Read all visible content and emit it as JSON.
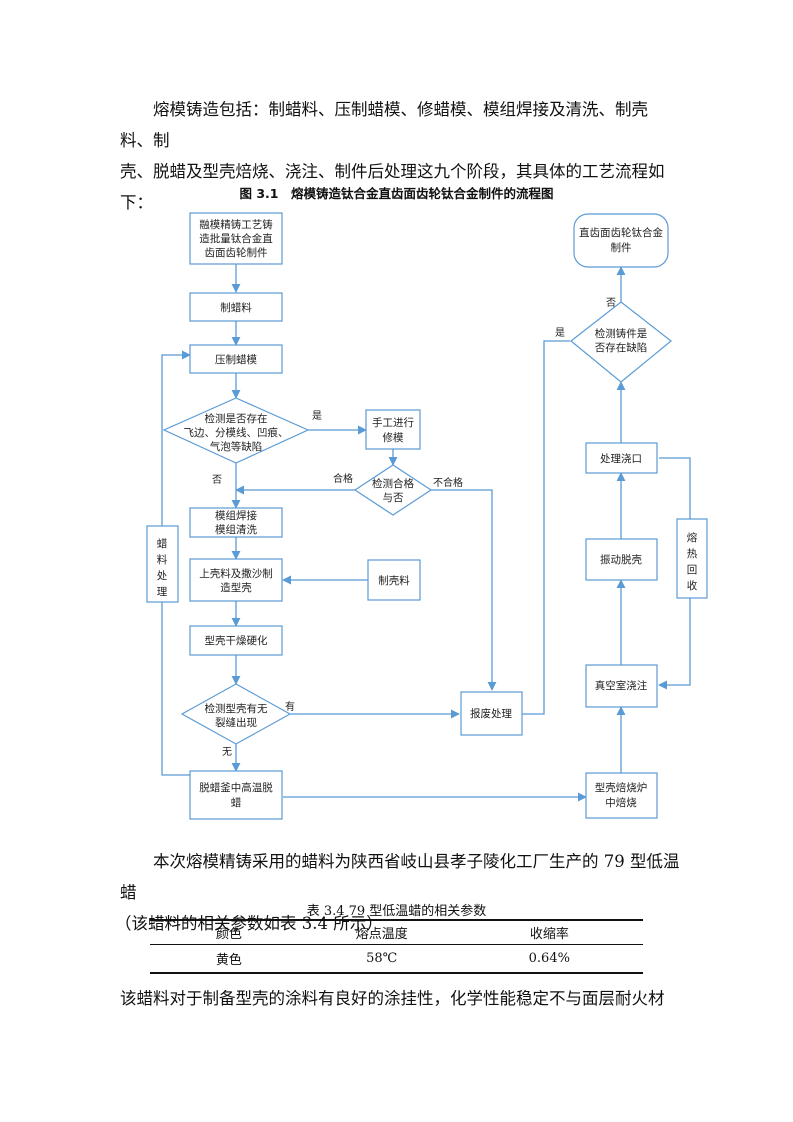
{
  "intro": {
    "line1": "熔模铸造包括：制蜡料、压制蜡模、修蜡模、模组焊接及清洗、制壳料、制",
    "line2": "壳、脱蜡及型壳焙烧、浇注、制件后处理这九个阶段，其具体的工艺流程如下："
  },
  "figure": {
    "title": "图 3.1　熔模铸造钛合金直齿面齿轮钛合金制件的流程图",
    "nodes": {
      "start_1": "融模精铸工艺铸",
      "start_2": "造批量钛合金直",
      "start_3": "齿面齿轮制件",
      "make_wax": "制蜡料",
      "press_wax": "压制蜡模",
      "check_wax_1": "检测是否存在",
      "check_wax_2": "飞边、分模线、凹痕、",
      "check_wax_3": "气泡等缺陷",
      "manual_fix_1": "手工进行",
      "manual_fix_2": "修模",
      "check_pass_1": "检测合格",
      "check_pass_2": "与否",
      "weld_1": "模组焊接",
      "weld_2": "模组清洗",
      "shell_1": "上壳料及撒沙制",
      "shell_2": "造型壳",
      "make_shell_material": "制壳料",
      "dry_harden": "型壳干燥硬化",
      "check_crack_1": "检测型壳有无",
      "check_crack_2": "裂缝出现",
      "scrap": "报废处理",
      "dewax_1": "脱蜡釜中高温脱",
      "dewax_2": "蜡",
      "wax_recovery": [
        "蜡",
        "料",
        "处",
        "理"
      ],
      "roast_1": "型壳焙烧炉",
      "roast_2": "中焙烧",
      "vacuum_pour": "真空室浇注",
      "vibrate": "振动脱壳",
      "gate": "处理浇口",
      "melt_recovery": [
        "熔",
        "热",
        "回",
        "收"
      ],
      "check_defect_1": "检测铸件是",
      "check_defect_2": "否存在缺陷",
      "final_1": "直齿面齿轮钛合金",
      "final_2": "制件"
    },
    "labels": {
      "yes": "是",
      "no": "否",
      "pass": "合格",
      "fail": "不合格",
      "has": "有",
      "none": "无"
    },
    "line_color": "#5b9bd5",
    "box_border_color": "#5b9bd5"
  },
  "body_text": {
    "line1": "本次熔模精铸采用的蜡料为陕西省岐山县孝子陵化工厂生产的 79 型低温蜡",
    "line2": "（该蜡料的相关参数如表 3.4 所示）"
  },
  "table": {
    "caption": "表 3.4  79 型低温蜡的相关参数",
    "headers": [
      "颜色",
      "熔点温度",
      "收缩率"
    ],
    "rows": [
      [
        "黄色",
        "58℃",
        "0.64%"
      ]
    ]
  },
  "closing_text": "该蜡料对于制备型壳的涂料有良好的涂挂性，化学性能稳定不与面层耐火材"
}
